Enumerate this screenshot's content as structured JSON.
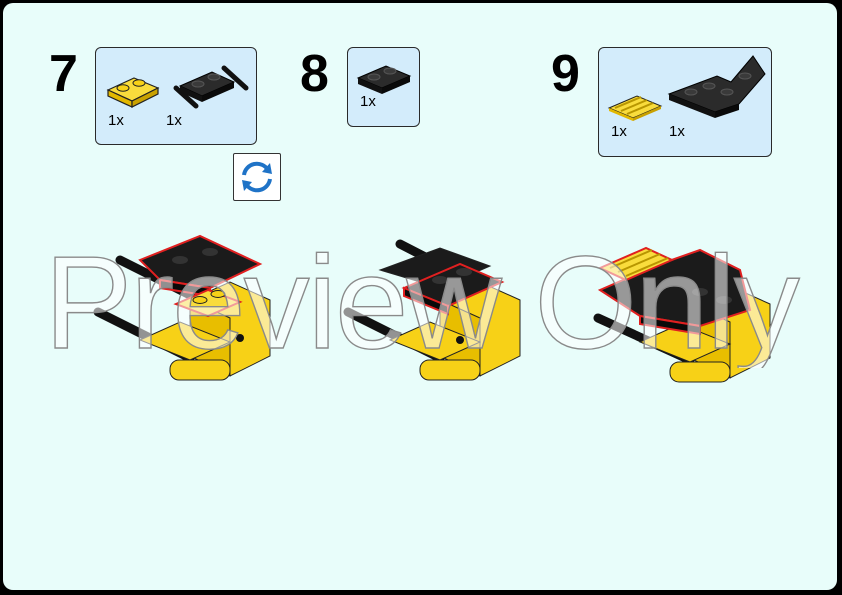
{
  "steps": [
    {
      "number": "7",
      "parts": [
        {
          "icon": "yellow-plate-1x2-icon",
          "qty": "1x"
        },
        {
          "icon": "black-plate-with-bars-icon",
          "qty": "1x"
        }
      ]
    },
    {
      "number": "8",
      "parts": [
        {
          "icon": "black-plate-1x2-icon",
          "qty": "1x"
        }
      ]
    },
    {
      "number": "9",
      "parts": [
        {
          "icon": "yellow-grille-tile-icon",
          "qty": "1x"
        },
        {
          "icon": "black-wedge-plate-icon",
          "qty": "1x"
        }
      ]
    }
  ],
  "rotate_icon": "rotate-model-icon",
  "watermark": "Preview Only",
  "colors": {
    "background": "#e8fdfa",
    "callout": "#d3ecfb",
    "brick_yellow": "#f7d117",
    "brick_black": "#1b1b1b",
    "highlight": "#e02020",
    "rotate_blue": "#1f73c7"
  }
}
